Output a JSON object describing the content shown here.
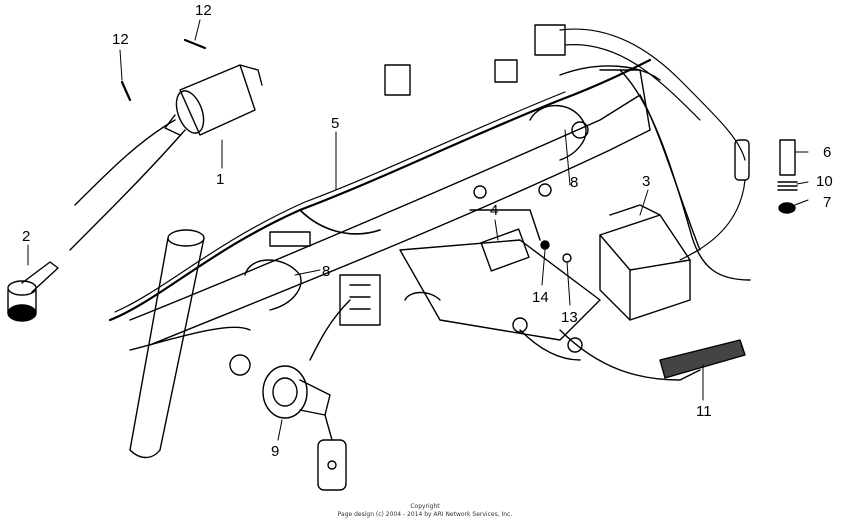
{
  "callouts": {
    "c1": "1",
    "c2": "2",
    "c3": "3",
    "c4": "4",
    "c5": "5",
    "c6": "6",
    "c7": "7",
    "c8a": "8",
    "c8b": "8",
    "c9": "9",
    "c10": "10",
    "c11": "11",
    "c12a": "12",
    "c12b": "12",
    "c13": "13",
    "c14": "14"
  },
  "copyright": {
    "line1": "Copyright",
    "line2": "Page design (c) 2004 - 2014 by ARI Network Services, Inc."
  }
}
